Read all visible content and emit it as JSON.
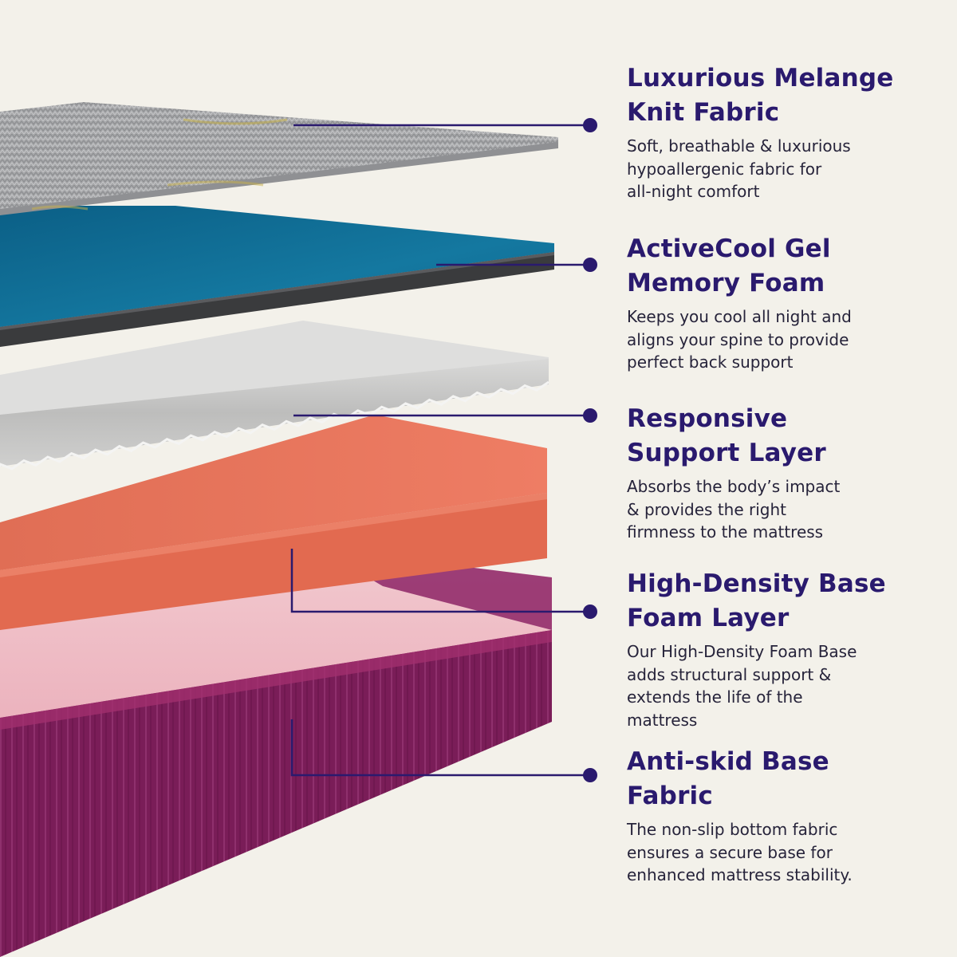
{
  "layers": [
    {
      "title_line1": "Luxurious Melange",
      "title_line2": "Knit Fabric",
      "desc_line1": "Soft, breathable & luxurious",
      "desc_line2": "hypoallergenic fabric for",
      "desc_line3": "all-night comfort",
      "desc_line4": ""
    },
    {
      "title_line1": "ActiveCool Gel",
      "title_line2": "Memory Foam",
      "desc_line1": "Keeps you cool all night and",
      "desc_line2": "aligns your spine to provide",
      "desc_line3": "perfect back support",
      "desc_line4": ""
    },
    {
      "title_line1": "Responsive",
      "title_line2": "Support Layer",
      "desc_line1": "Absorbs the body’s impact",
      "desc_line2": "& provides the right",
      "desc_line3": "firmness to the mattress",
      "desc_line4": ""
    },
    {
      "title_line1": "High-Density Base",
      "title_line2": "Foam Layer",
      "desc_line1": "Our High-Density Foam Base",
      "desc_line2": "adds structural support &",
      "desc_line3": "extends the life of the",
      "desc_line4": "mattress"
    },
    {
      "title_line1": "Anti-skid Base",
      "title_line2": "Fabric",
      "desc_line1": "The non-slip bottom fabric",
      "desc_line2": "ensures a secure base for",
      "desc_line3": "enhanced mattress stability.",
      "desc_line4": ""
    }
  ],
  "colors": {
    "background": "#f3f1ea",
    "accent": "#2a1a6e",
    "knit_fabric": "#a9aaac",
    "gel_foam": "#0f6d94",
    "support_layer": "#e9e9e8",
    "base_foam": "#e8745a",
    "base_fabric": "#7e1f5c"
  }
}
